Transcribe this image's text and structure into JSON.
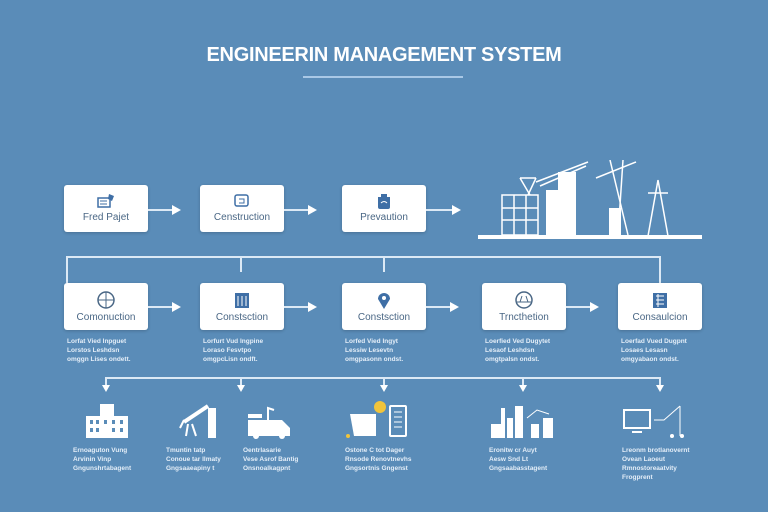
{
  "title": "ENGINEERIN MANAGEMENT SYSTEM",
  "top_row": [
    {
      "label": "Fred Pajet",
      "icon": "project-icon"
    },
    {
      "label": "Censtruction",
      "icon": "edit-icon"
    },
    {
      "label": "Prevaution",
      "icon": "bag-icon"
    }
  ],
  "middle_row": [
    {
      "label": "Comonuction",
      "icon": "globe-icon",
      "desc": [
        "Lorfat Vied Inpguet",
        "Lorstos Leshdsn",
        "omggn Lises ondett."
      ]
    },
    {
      "label": "Constsction",
      "icon": "building-icon",
      "desc": [
        "Lorfurt Vud Ingpine",
        "Loraso Fesvtpo",
        "omgpcLisn ondft."
      ]
    },
    {
      "label": "Constsction",
      "icon": "location-pin-icon",
      "desc": [
        "Lorfed Vied Ingyt",
        "Lessiw Lesevtn",
        "omgpasonn ondst."
      ]
    },
    {
      "label": "Trncthetion",
      "icon": "helmet-icon",
      "desc": [
        "Loerfied Ved Dugytet",
        "Lesaof Leshdsn",
        "omgtpalsn ondst."
      ]
    },
    {
      "label": "Consaulcion",
      "icon": "blueprint-icon",
      "desc": [
        "Loerfad Vued Dugpnt",
        "Losaes Lesasn",
        "omgyabaon ondst."
      ]
    }
  ],
  "bottom_row": [
    {
      "icon": "office-building-icon",
      "caption": [
        "Ernoaguton Vung",
        "Arvinin Vinp",
        "Gngunshrtabagent"
      ]
    },
    {
      "icon": "excavator-icon",
      "caption": [
        "Tmuntin tatp",
        "Conoue tar Ilmaty",
        "Gngsaaeapiny t"
      ]
    },
    {
      "icon": "truck-icon",
      "caption": [
        "Oentrlasarie",
        "Vese Asrof Bantig",
        "Onsnoalkagpnt"
      ]
    },
    {
      "icon": "machinery-clipboard-icon",
      "caption": [
        "Ostone C tot Dager",
        "Rnsode Renovtnevhs",
        "Gngsortnis Gngenst"
      ]
    },
    {
      "icon": "city-skyline-icon",
      "caption": [
        "Eronitw cr Auyt",
        "Aesw Snd Lt",
        "Gngsaabasstagent"
      ]
    },
    {
      "icon": "monitor-network-icon",
      "caption": [
        "Lreonm brotlanovernt",
        "Ovean Laoeut",
        "Rmnostoreaatvity",
        "Frogprent"
      ]
    }
  ],
  "colors": {
    "background": "#5a8cb8",
    "box": "#ffffff",
    "box_text": "#4a6785",
    "accent": "#f2c43a"
  }
}
